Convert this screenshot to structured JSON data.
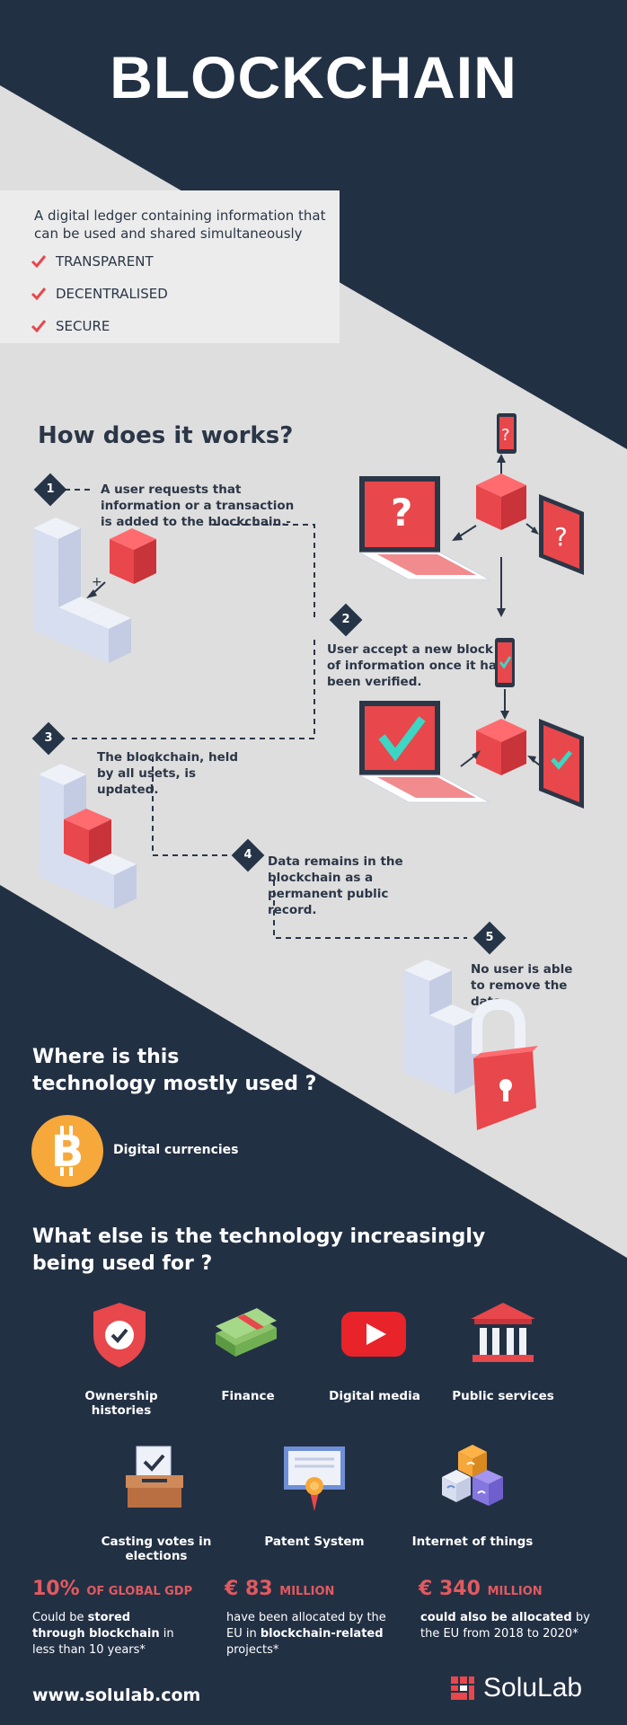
{
  "title": "BLOCKCHAIN",
  "intro": {
    "description": "A digital ledger containing information that can be used and shared simultaneously",
    "features": [
      "TRANSPARENT",
      "DECENTRALISED",
      "SECURE"
    ]
  },
  "how": {
    "title": "How does it works?",
    "steps": [
      {
        "num": "1",
        "text": "A user requests that information or a transaction is added to the blockchain.-"
      },
      {
        "num": "2",
        "text": "User accept a new block of information once it has been verified."
      },
      {
        "num": "3",
        "text": "The blockchain, held by all usets, is updated."
      },
      {
        "num": "4",
        "text": "Data remains in the blockchain as a permanent public record."
      },
      {
        "num": "5",
        "text": "No user is able to remove the data."
      }
    ]
  },
  "where": {
    "title_line1": "Where is this",
    "title_line2": "technology mostly used ?",
    "item": "Digital currencies"
  },
  "else": {
    "title_line1": "What else is the technology increasingly",
    "title_line2": "being used for ?",
    "items": [
      "Ownership histories",
      "Finance",
      "Digital media",
      "Public services",
      "Casting votes in elections",
      "Patent System",
      "Internet of things"
    ]
  },
  "stats": [
    {
      "big": "10%",
      "unit": "OF GLOBAL GDP",
      "pre": "Could be ",
      "bold": "stored through blockchain",
      "post": " in less than 10 years*"
    },
    {
      "big": "€ 83",
      "unit": "MILLION",
      "pre": "have been allocated by the EU in ",
      "bold": "blockchain-related",
      "post": " projects*"
    },
    {
      "big": "€ 340",
      "unit": "MILLION",
      "pre": "",
      "bold": "could also be allocated",
      "post": " by the EU from 2018 to 2020*"
    }
  ],
  "footer": {
    "url": "www.solulab.com",
    "brand": "SoluLab"
  },
  "colors": {
    "navy": "#223044",
    "light": "#dedede",
    "accent": "#e8474b",
    "check": "#3dd6c4"
  }
}
